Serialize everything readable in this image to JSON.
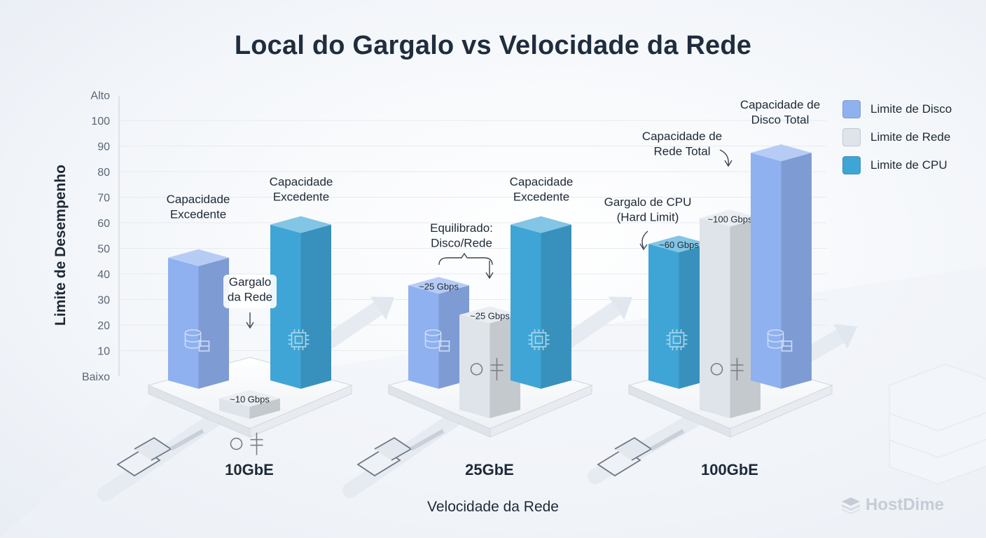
{
  "title": "Local do Gargalo vs Velocidade da Rede",
  "brand": "HostDime",
  "colors": {
    "disk": "#8fb1f0",
    "network": "#dfe4ea",
    "cpu": "#3fa5d6",
    "axis_text": "#5a6675",
    "label_text": "#1e2a36"
  },
  "chart_data": {
    "type": "bar",
    "title": "Local do Gargalo vs Velocidade da Rede",
    "xlabel": "Velocidade da Rede",
    "ylabel": "Limite de Desempenho",
    "ylim": [
      0,
      110
    ],
    "y_ticks": [
      {
        "value": 0,
        "label": "Baixo"
      },
      {
        "value": 10,
        "label": "10"
      },
      {
        "value": 20,
        "label": "20"
      },
      {
        "value": 30,
        "label": "30"
      },
      {
        "value": 40,
        "label": "40"
      },
      {
        "value": 50,
        "label": "50"
      },
      {
        "value": 60,
        "label": "60"
      },
      {
        "value": 70,
        "label": "70"
      },
      {
        "value": 80,
        "label": "80"
      },
      {
        "value": 90,
        "label": "90"
      },
      {
        "value": 100,
        "label": "100"
      },
      {
        "value": 110,
        "label": "Alto"
      }
    ],
    "legend": [
      {
        "name": "Limite de Disco",
        "key": "disk"
      },
      {
        "name": "Limite de Rede",
        "key": "network"
      },
      {
        "name": "Limite de CPU",
        "key": "cpu"
      }
    ],
    "legend_position": "top-right",
    "groups": [
      {
        "category": "10GbE",
        "bars": [
          {
            "series": "disk",
            "value": 50,
            "label": "",
            "annotation": "Capacidade\nExcedente"
          },
          {
            "series": "network",
            "value": 10,
            "label": "~10 Gbps",
            "annotation": "Gargalo\nda Rede"
          },
          {
            "series": "cpu",
            "value": 62,
            "label": "",
            "annotation": "Capacidade\nExcedente"
          }
        ]
      },
      {
        "category": "25GbE",
        "bars": [
          {
            "series": "disk",
            "value": 40,
            "label": "~25 Gbps",
            "annotation": ""
          },
          {
            "series": "network",
            "value": 40,
            "label": "~25 Gbps",
            "annotation": ""
          },
          {
            "series": "cpu",
            "value": 62,
            "label": "",
            "annotation": "Capacidade\nExcedente"
          }
        ],
        "group_annotation": "Equilibrado:\nDisco/Rede"
      },
      {
        "category": "100GbE",
        "bars": [
          {
            "series": "cpu",
            "value": 55,
            "label": "~60 Gbps",
            "annotation": "Gargalo de CPU\n(Hard Limit)"
          },
          {
            "series": "network",
            "value": 75,
            "label": "~100 Gbps",
            "annotation": "Capacidade de\nRede Total"
          },
          {
            "series": "disk",
            "value": 88,
            "label": "",
            "annotation": "Capacidade de\nDisco Total"
          }
        ]
      }
    ]
  }
}
